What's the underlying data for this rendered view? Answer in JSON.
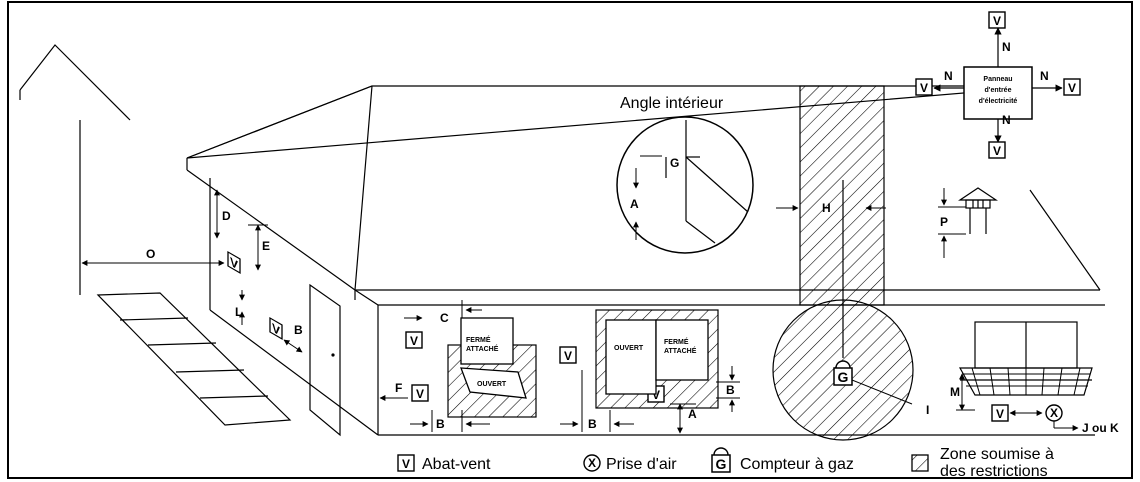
{
  "letters": {
    "v": "V",
    "x": "X",
    "g": "G",
    "n": "N",
    "a": "A",
    "b": "B",
    "c": "C",
    "d": "D",
    "e": "E",
    "f": "F",
    "h": "H",
    "i": "I",
    "l": "L",
    "m": "M",
    "o": "O",
    "p": "P",
    "jk": "J ou K"
  },
  "panel": {
    "line1": "Panneau",
    "line2": "d'entrée",
    "line3": "d'électricité"
  },
  "inside_corner": "Angle intérieur",
  "windows": {
    "closed1": "FERMÉ",
    "closed2": "ATTACHÉ",
    "open": "OUVERT"
  },
  "legend": {
    "vent": "Abat-vent",
    "air_intake": "Prise d'air",
    "gas_meter": "Compteur à gaz",
    "restricted1": "Zone soumise à",
    "restricted2": "des restrictions"
  }
}
